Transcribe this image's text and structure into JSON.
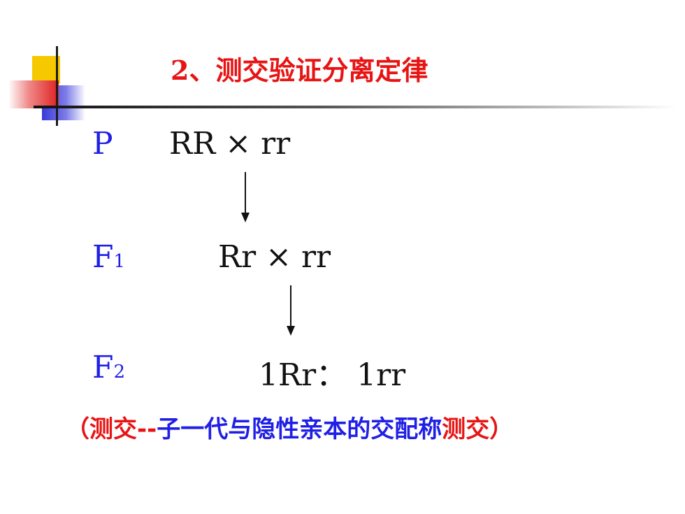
{
  "slide": {
    "title": "2、测交验证分离定律",
    "rows": [
      {
        "gen": "P",
        "sub": "",
        "cross": "RR × rr"
      },
      {
        "gen": "F",
        "sub": "1",
        "cross": "Rr × rr"
      },
      {
        "gen": "F",
        "sub": "2",
        "cross": "1Rr： 1rr"
      }
    ],
    "note": {
      "prefix": "（测交--",
      "middle": "子一代与隐性亲本的交配称",
      "suffix": "测交）"
    }
  },
  "colors": {
    "title": "#e81414",
    "generation_label": "#1f1fe6",
    "note_red": "#e81414",
    "note_blue": "#1f1fe6"
  }
}
